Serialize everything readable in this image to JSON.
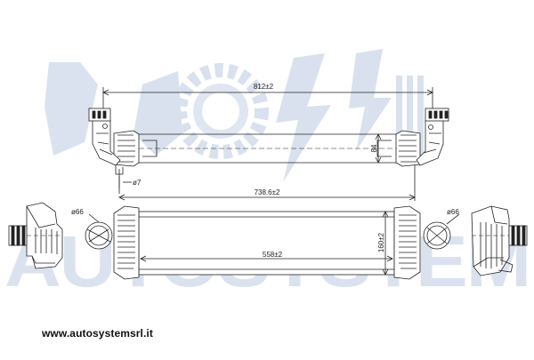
{
  "watermark": {
    "brand": "AUTOSYSTEM",
    "color": "#c9d3e6"
  },
  "dimensions": {
    "overall_length": "812±2",
    "body_length": "738.6±2",
    "core_length": "558±2",
    "core_height": "160±2",
    "core_depth": "84",
    "pipe_diameter_left": "ø66",
    "pipe_diameter_right": "ø66",
    "bracket_hole": "ø7"
  },
  "footer": {
    "url": "www.autosystemsrl.it"
  }
}
